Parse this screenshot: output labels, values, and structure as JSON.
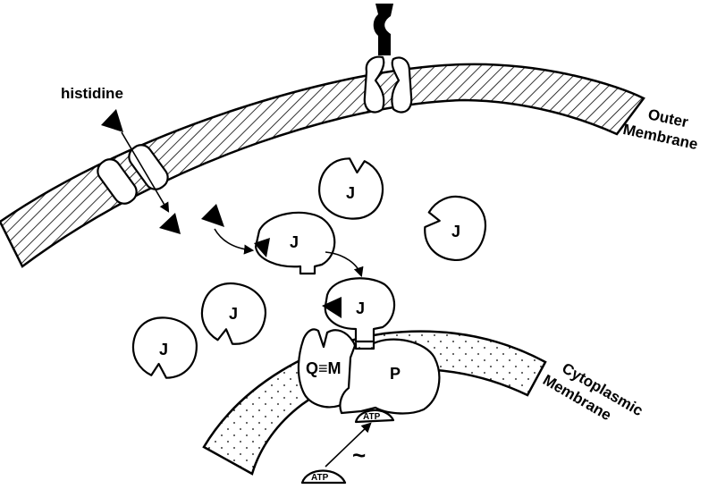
{
  "labels": {
    "histidine": "histidine",
    "outer_membrane_line1": "Outer",
    "outer_membrane_line2": "Membrane",
    "cyto_membrane_line1": "Cytoplasmic",
    "cyto_membrane_line2": "Membrane",
    "protein_j": "J",
    "protein_qm": "Q≡M",
    "protein_p": "P",
    "atp": "ATP",
    "tilde": "~"
  }
}
